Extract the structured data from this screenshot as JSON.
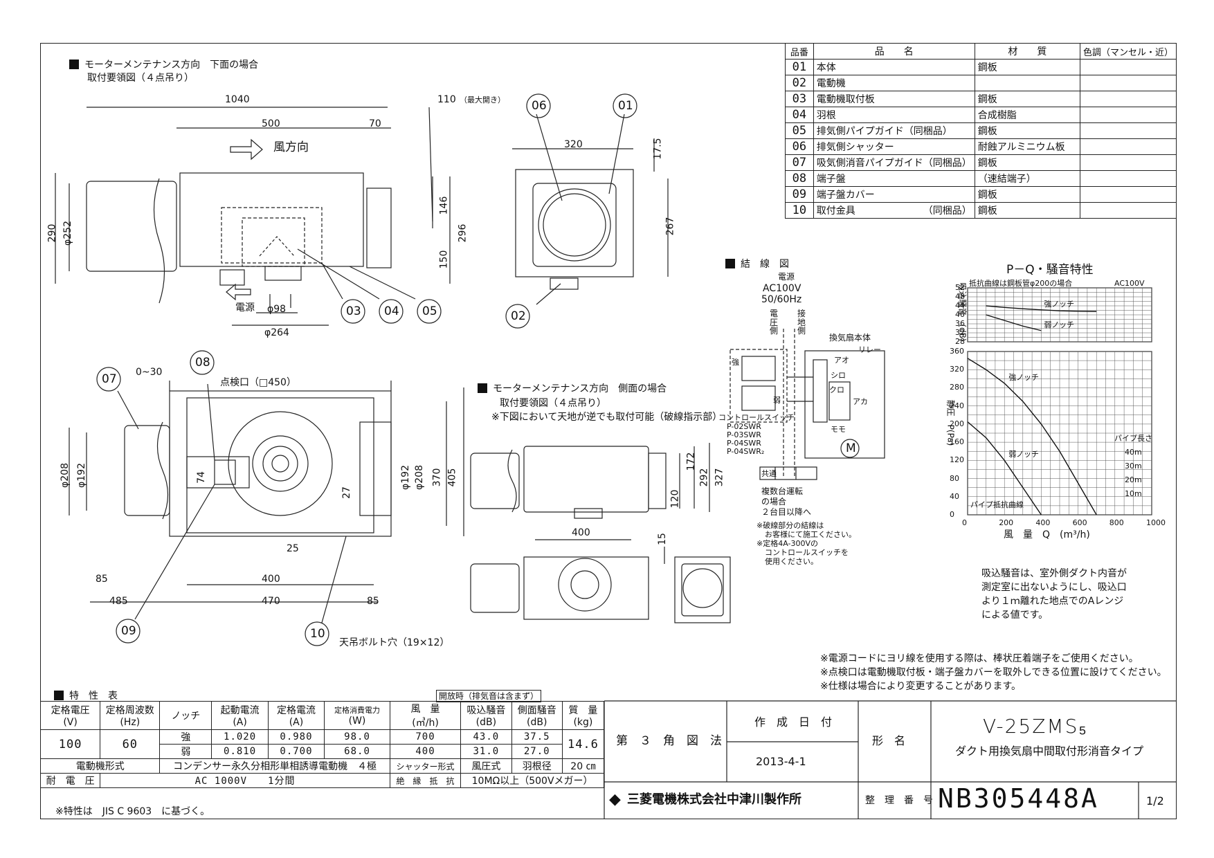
{
  "parts_table": {
    "headers": [
      "品番",
      "品　　名",
      "材　　質",
      "色調（マンセル・近）"
    ],
    "rows": [
      {
        "no": "01",
        "name": "本体",
        "note": "",
        "material": "鋼板",
        "color": ""
      },
      {
        "no": "02",
        "name": "電動機",
        "note": "",
        "material": "",
        "color": ""
      },
      {
        "no": "03",
        "name": "電動機取付板",
        "note": "",
        "material": "鋼板",
        "color": ""
      },
      {
        "no": "04",
        "name": "羽根",
        "note": "",
        "material": "合成樹脂",
        "color": ""
      },
      {
        "no": "05",
        "name": "排気側パイプガイド（同梱品）",
        "note": "",
        "material": "鋼板",
        "color": ""
      },
      {
        "no": "06",
        "name": "排気側シャッター",
        "note": "",
        "material": "耐蝕アルミニウム板",
        "color": ""
      },
      {
        "no": "07",
        "name": "吸気側消音パイプガイド（同梱品）",
        "note": "",
        "material": "鋼板",
        "color": ""
      },
      {
        "no": "08",
        "name": "端子盤",
        "note": "",
        "material": "（速結端子）",
        "color": ""
      },
      {
        "no": "09",
        "name": "端子盤カバー",
        "note": "",
        "material": "鋼板",
        "color": ""
      },
      {
        "no": "10",
        "name": "取付金具",
        "note": "（同梱品）",
        "material": "鋼板",
        "color": ""
      }
    ]
  },
  "view1": {
    "title": "モーターメンテナンス方向　下面の場合",
    "subtitle": "取付要領図（４点吊り）",
    "dims": {
      "d1040": "1040",
      "d110": "110",
      "d110_note": "（最大開き）",
      "d500": "500",
      "d70": "70",
      "d290": "290",
      "d252": "φ252",
      "d146": "146",
      "d296": "296",
      "d150": "150",
      "d98": "φ98",
      "d264": "φ264"
    },
    "airflow": "風方向",
    "power": "電源",
    "callouts": [
      "03",
      "04",
      "05"
    ]
  },
  "view_side": {
    "dims": {
      "d320": "320",
      "d17_5": "17.5",
      "d267": "267"
    },
    "callouts": [
      "06",
      "01",
      "02"
    ]
  },
  "view2": {
    "dims": {
      "d0_30": "0~30",
      "inspection": "点検口（□450）",
      "d208a": "φ208",
      "d192a": "φ192",
      "d74": "74",
      "d27": "27",
      "d192b": "φ192",
      "d208b": "φ208",
      "d370": "370",
      "d405": "405",
      "d25": "25",
      "d85a": "85",
      "d400": "400",
      "d485": "485",
      "d470": "470",
      "d85b": "85"
    },
    "callouts": [
      "07",
      "08",
      "09",
      "10"
    ],
    "bolt": "天吊ボルト穴（19×12）"
  },
  "view3": {
    "title": "モーターメンテナンス方向　側面の場合",
    "subtitle": "取付要領図（４点吊り）",
    "note": "※下図において天地が逆でも取付可能（破線指示部）",
    "dims": {
      "d172": "172",
      "d292": "292",
      "d327": "327",
      "d120": "120",
      "d400": "400",
      "d15": "15"
    }
  },
  "wiring": {
    "title": "結　線　図",
    "power_label": "電源",
    "ac": "AC100V",
    "hz": "50/60Hz",
    "voltage_side": "電圧側",
    "ground_side": "接地側",
    "fan_body": "換気扇本体",
    "switch_label": "コントロールスイッチ",
    "switch_models": [
      "P-02SWR",
      "P-03SWR",
      "P-04SWR",
      "P-04SWR₂"
    ],
    "strong": "強",
    "weak": "弱",
    "common": "共通",
    "relay": "リレー",
    "ao": "アオ",
    "shiro": "シロ",
    "kuro": "クロ",
    "aka": "アカ",
    "momo": "モモ",
    "motor": "M",
    "multi": [
      "複数台運転",
      "の場合",
      "２台目以降へ"
    ],
    "notes": [
      "※破線部分の結線は",
      "お客様にて施工ください。",
      "※定格4A-300Vの",
      "コントロールスイッチを",
      "使用ください。"
    ]
  },
  "chart_data": {
    "type": "line",
    "title": "P－Q・騒音特性",
    "supply": "AC100V",
    "resistance_note": "抵抗曲線は鋼板管φ200の場合",
    "xlabel": "風　量　Q　(m³/h)",
    "xlim": [
      0,
      1000
    ],
    "xticks": [
      "0",
      "200",
      "400",
      "600",
      "800",
      "1000"
    ],
    "noise_axis": {
      "label": "吸込騒音　(dB)",
      "ylim": [
        28,
        52
      ],
      "yticks": [
        "52",
        "48",
        "44",
        "40",
        "36",
        "32",
        "28"
      ]
    },
    "pressure_axis": {
      "label": "静圧　P(Pa)",
      "ylim": [
        0,
        360
      ],
      "yticks": [
        "360",
        "320",
        "280",
        "240",
        "200",
        "160",
        "120",
        "80",
        "40",
        "0"
      ]
    },
    "noise_series": [
      {
        "name": "強ノッチ",
        "x": [
          100,
          200,
          300,
          400,
          500,
          600,
          700
        ],
        "y": [
          44,
          43.3,
          42.7,
          42.2,
          41.8,
          41.6,
          41.5
        ]
      },
      {
        "name": "弱ノッチ",
        "x": [
          100,
          200,
          300,
          400
        ],
        "y": [
          40,
          37.5,
          35,
          33
        ]
      }
    ],
    "pq_series": [
      {
        "name": "強ノッチ",
        "x": [
          0,
          100,
          200,
          300,
          400,
          500,
          600,
          700
        ],
        "y": [
          345,
          320,
          290,
          250,
          200,
          140,
          70,
          0
        ]
      },
      {
        "name": "弱ノッチ",
        "x": [
          0,
          100,
          200,
          300,
          400
        ],
        "y": [
          205,
          170,
          120,
          60,
          0
        ]
      }
    ],
    "resistance_curves": {
      "label": "パイプ長さ",
      "names": [
        "40m",
        "30m",
        "20m",
        "10m"
      ]
    },
    "pipe_resistance_label": "パイプ抵抗曲線",
    "grid": true
  },
  "noise_note": [
    "吸込騒音は、室外側ダクト内音が",
    "測定室に出ないようにし、吸込口",
    "より１ｍ離れた地点でのAレンジ",
    "による値です。"
  ],
  "general_notes": [
    "※電源コードにヨリ線を使用する際は、棒状圧着端子をご使用ください。",
    "※点検口は電動機取付板・端子盤カバーを取外しできる位置に設けてください。",
    "※仕様は場合により変更することがあります。"
  ],
  "specs": {
    "title": "特　性　表",
    "open_note": "開放時（排気音は含まず）",
    "headers": [
      {
        "top": "定格電圧",
        "unit": "(V)"
      },
      {
        "top": "定格周波数",
        "unit": "(Hz)"
      },
      {
        "top": "ノッチ",
        "unit": ""
      },
      {
        "top": "起動電流",
        "unit": "(A)"
      },
      {
        "top": "定格電流",
        "unit": "(A)"
      },
      {
        "top": "定格消費電力",
        "unit": "(W)"
      },
      {
        "top": "風　量",
        "unit": "(㎥/h)"
      },
      {
        "top": "吸込騒音",
        "unit": "(dB)"
      },
      {
        "top": "側面騒音",
        "unit": "(dB)"
      },
      {
        "top": "質　量",
        "unit": "(kg)"
      }
    ],
    "voltage": "100",
    "frequency": "60",
    "mass": "14.6",
    "rows": [
      {
        "notch": "強",
        "start": "1.020",
        "rated": "0.980",
        "power": "98.0",
        "flow": "700",
        "suction": "43.0",
        "side": "37.5"
      },
      {
        "notch": "弱",
        "start": "0.810",
        "rated": "0.700",
        "power": "68.0",
        "flow": "400",
        "suction": "31.0",
        "side": "27.0"
      }
    ],
    "motor_label": "電動機形式",
    "motor": "コンデンサー永久分相形単相誘導電動機　４極",
    "shutter_label": "シャッター形式",
    "shutter": "風圧式",
    "blade_label": "羽根径",
    "blade": "20 ㎝",
    "withstand_label": "耐　電　圧",
    "withstand": "AC 1000V　　1分間",
    "insulation_label": "絶　縁　抵　抗",
    "insulation": "10MΩ以上（500Vメガー）",
    "footnote": "※特性は　JIS C 9603　に基づく。"
  },
  "title_block": {
    "projection": "第　３　角　図　法",
    "date_label": "作　成　日　付",
    "date": "2013-4-1",
    "model_label": "形　名",
    "model": "V-25ZMS₅",
    "description": "ダクト用換気扇中間取付形消音タイプ",
    "company": "三菱電機株式会社中津川製作所",
    "ref_label": "整　理　番　号",
    "ref": "NB305448A",
    "page": "1/2"
  }
}
